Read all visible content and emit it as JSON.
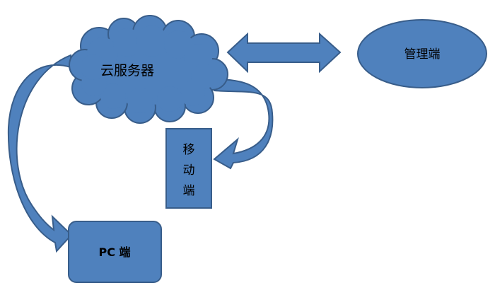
{
  "nodes": {
    "cloud_server": {
      "label": "云服务器"
    },
    "admin": {
      "label": "管理端"
    },
    "mobile": {
      "label": [
        "移",
        "动",
        "端"
      ]
    },
    "pc": {
      "label": "PC 端"
    }
  },
  "colors": {
    "fill": "#4f81bd",
    "stroke": "#385d8a",
    "text": "#000000",
    "background": "#ffffff"
  }
}
